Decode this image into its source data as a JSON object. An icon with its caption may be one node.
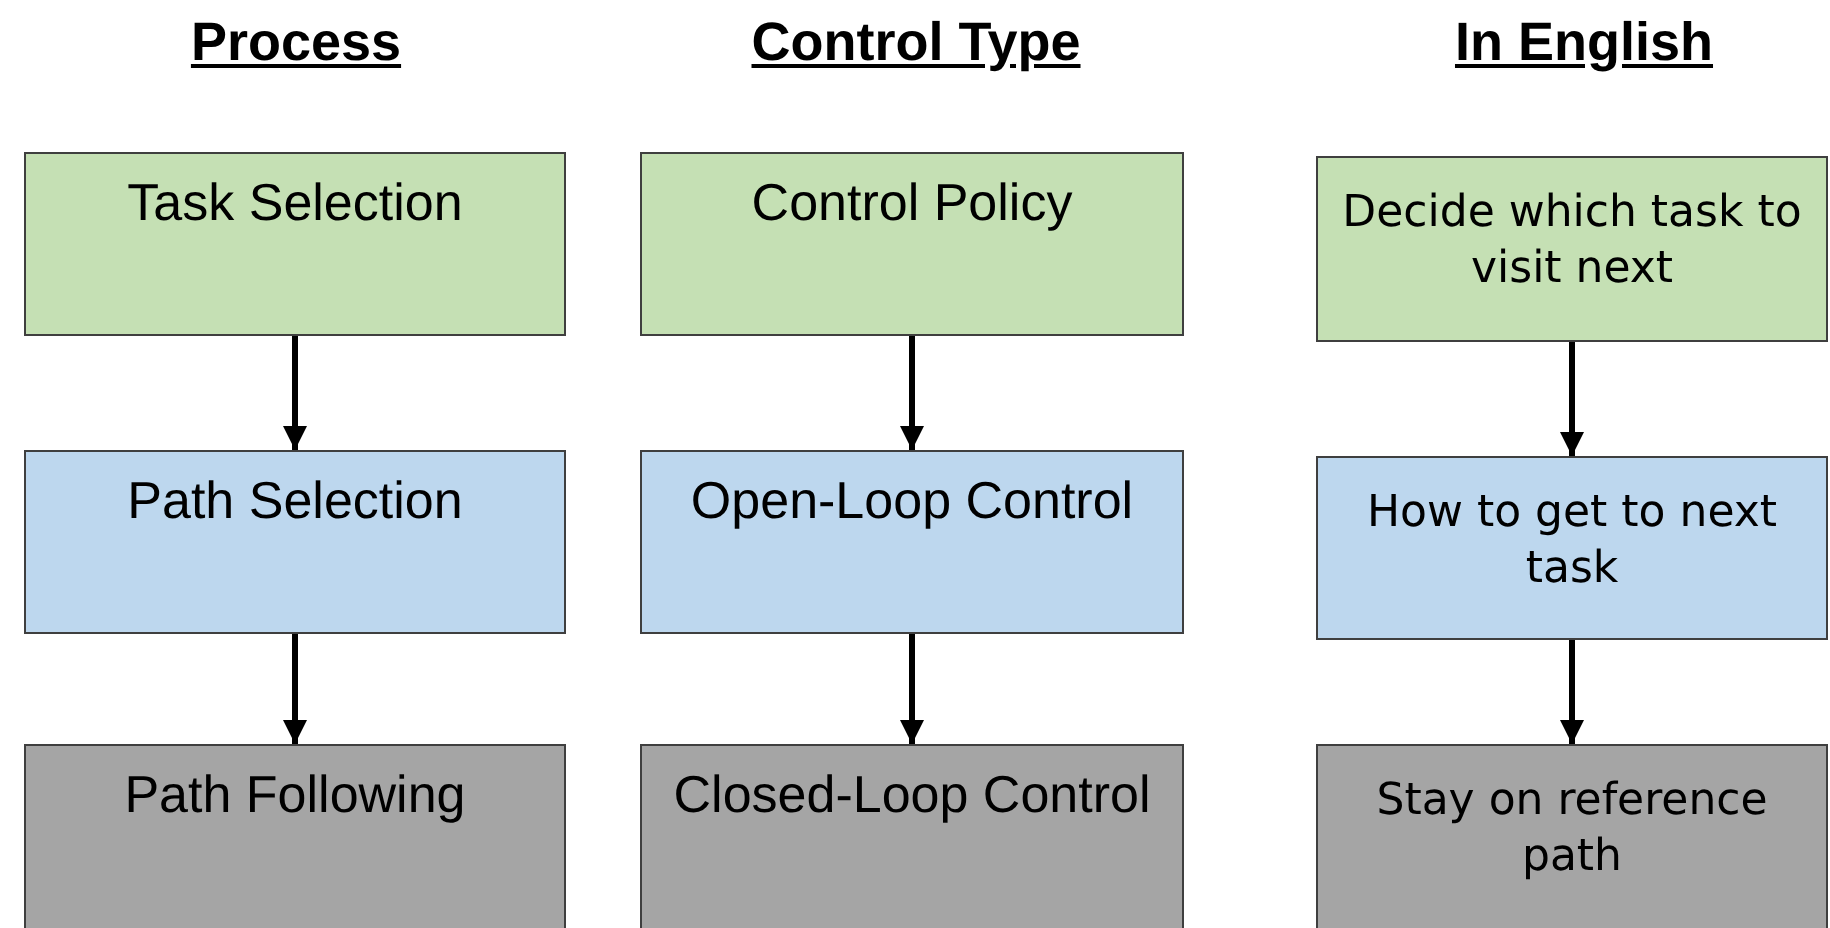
{
  "diagram": {
    "nodes": [
      {
        "text": [
          "Task Selection"
        ]
      },
      {
        "text": [
          "Control Policy"
        ]
      },
      {
        "text": [
          "Decide which task to visit next"
        ]
      },
      {
        "text": [
          "Path Selection"
        ]
      },
      {
        "text": [
          "Open-Loop Control"
        ]
      },
      {
        "text": [
          "How to get to next task"
        ]
      },
      {
        "text": [
          "Path Following"
        ]
      },
      {
        "text": [
          "Closed-Loop Control"
        ]
      },
      {
        "text": [
          "Stay on reference path"
        ]
      }
    ],
    "edges": [
      {
        "from": 0,
        "to": 3,
        "arrow": "to"
      },
      {
        "from": 3,
        "to": 6,
        "arrow": "to"
      },
      {
        "from": 1,
        "to": 4,
        "arrow": "to"
      },
      {
        "from": 4,
        "to": 7,
        "arrow": "to"
      },
      {
        "from": 2,
        "to": 5,
        "arrow": "to"
      },
      {
        "from": 5,
        "to": 8,
        "arrow": "to"
      }
    ],
    "labels": [
      "Process",
      "Control Type",
      "In English"
    ]
  }
}
